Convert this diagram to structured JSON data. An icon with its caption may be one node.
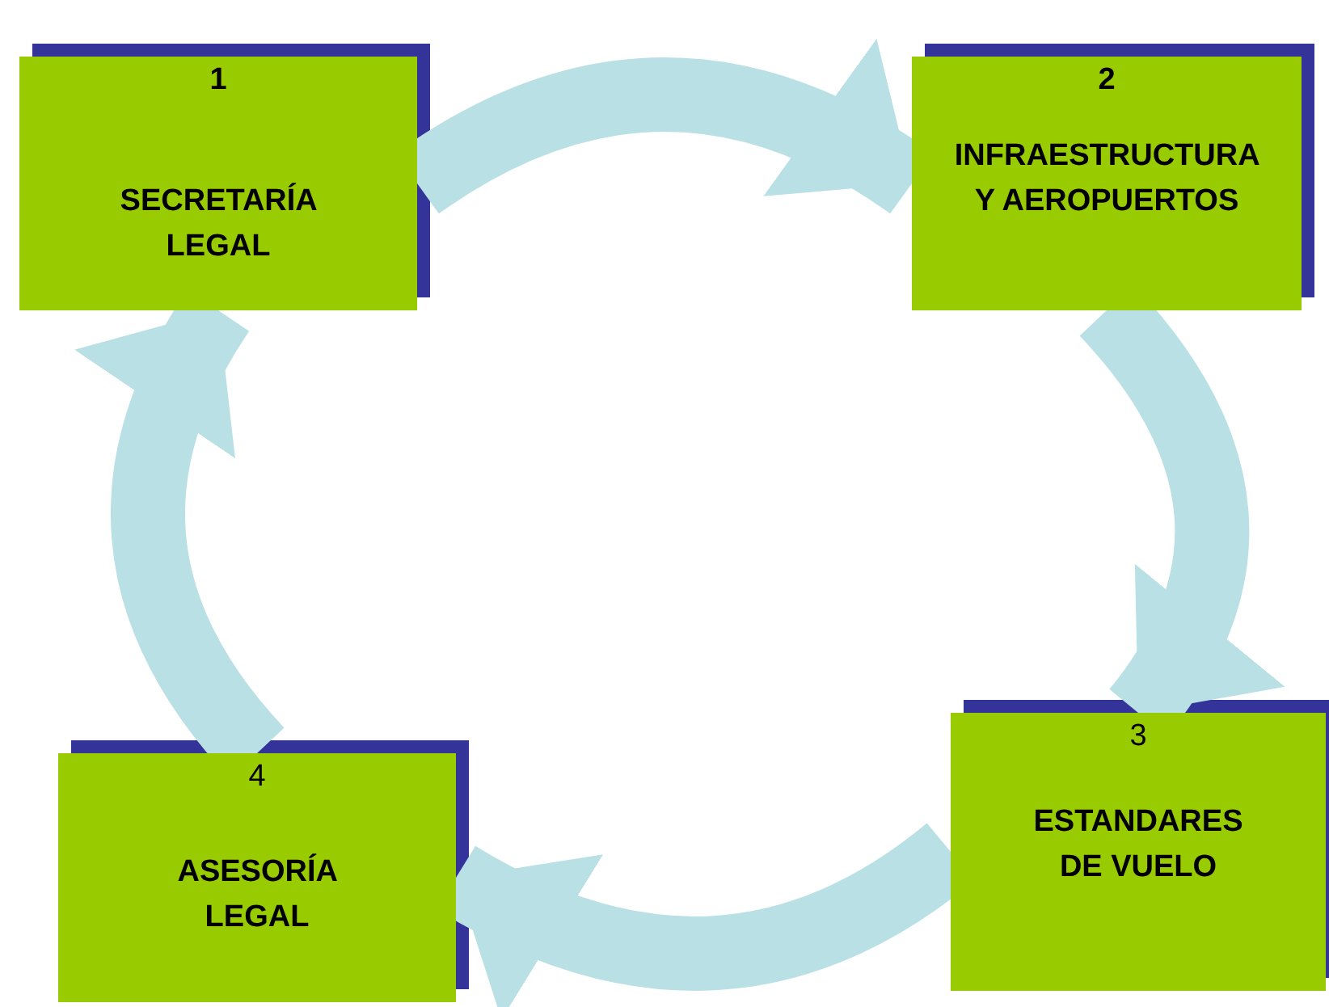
{
  "diagram": {
    "nodes": [
      {
        "text": [
          "1",
          "SECRETARÍA LEGAL"
        ]
      },
      {
        "text": [
          "2",
          "INFRAESTRUCTURA Y AEROPUERTOS"
        ]
      },
      {
        "text": [
          "3",
          "ESTANDARES DE VUELO"
        ]
      },
      {
        "text": [
          "4",
          "ASESORÍA LEGAL"
        ]
      }
    ],
    "edges": [
      {
        "from": 0,
        "to": 1,
        "arrow": "to"
      },
      {
        "from": 1,
        "to": 2,
        "arrow": "to"
      },
      {
        "from": 2,
        "to": 3,
        "arrow": "to"
      },
      {
        "from": 3,
        "to": 0,
        "arrow": "to"
      }
    ]
  }
}
